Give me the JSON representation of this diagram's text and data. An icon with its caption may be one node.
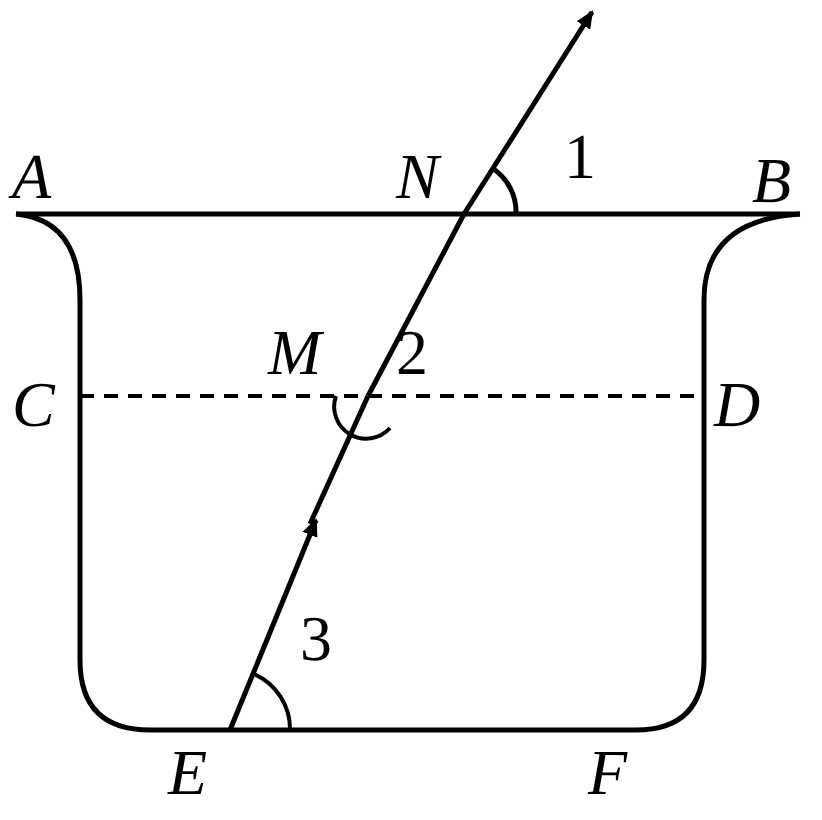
{
  "diagram": {
    "labels": [
      "A",
      "N",
      "1",
      "B",
      "M",
      "2",
      "C",
      "D",
      "3",
      "E",
      "F"
    ]
  }
}
